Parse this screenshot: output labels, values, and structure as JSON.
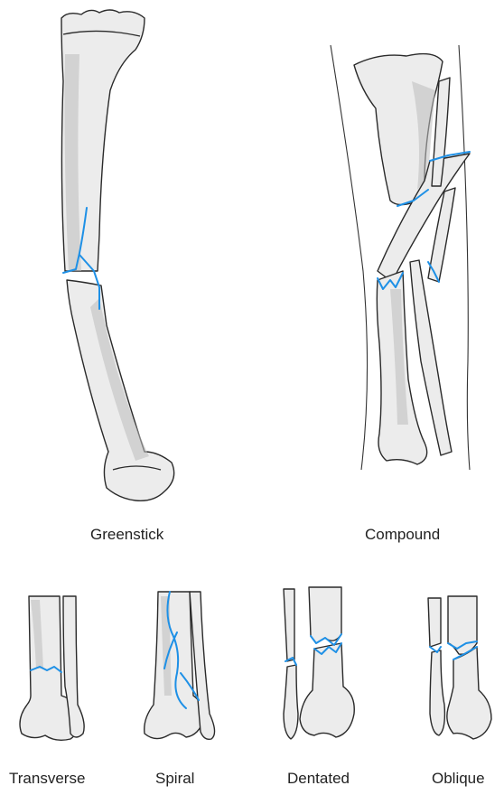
{
  "labels": {
    "greenstick": "Greenstick",
    "compound": "Compound",
    "transverse": "Transverse",
    "spiral": "Spiral",
    "dentated": "Dentated",
    "oblique": "Oblique"
  },
  "colors": {
    "fracture_line": "#1e90e6",
    "bone_fill": "#ececec",
    "outline": "#2a2a2a"
  }
}
